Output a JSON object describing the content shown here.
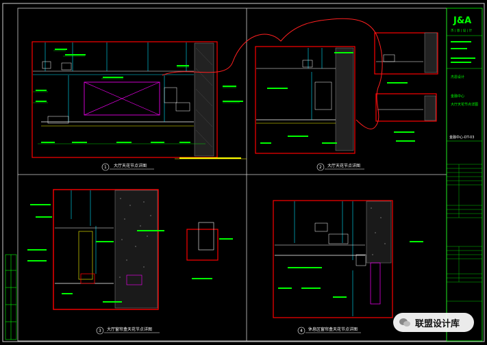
{
  "title_block": {
    "logo_text": "J&A",
    "logo_sub": "杰 | 恩 | 设 | 计",
    "company": "杰恩设计",
    "project_line1": "金融中心",
    "project_line2": "大厅天花节点详图",
    "drawing_no": "金融中心-DT-03"
  },
  "views": [
    {
      "title": "大厅天花节点详图",
      "number": "1"
    },
    {
      "title": "大厅天花节点详图",
      "number": "2"
    },
    {
      "title": "大厅窗帘盒天花节点详图",
      "number": "3"
    },
    {
      "title": "休息区窗帘盒天花节点详图",
      "number": "4"
    }
  ],
  "watermark": {
    "text": "联盟设计库"
  },
  "colors": {
    "frame": "#00ff00",
    "detail": "#ff0000",
    "accent": "#00e5ff",
    "hatch": "#ff00ff",
    "paper": "#000000"
  }
}
